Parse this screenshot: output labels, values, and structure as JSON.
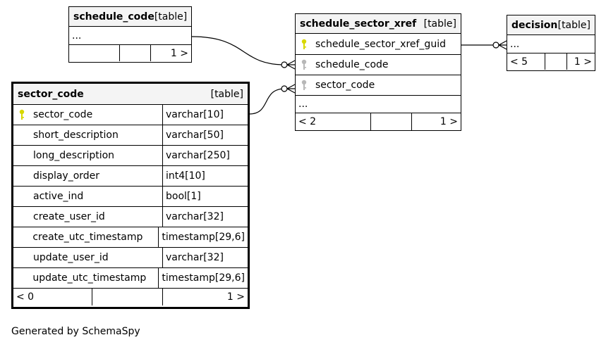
{
  "tables": {
    "schedule_code": {
      "name": "schedule_code",
      "kind": "[table]",
      "more": "...",
      "footer": {
        "left": "",
        "mid": "",
        "right": "1 >"
      }
    },
    "schedule_sector_xref": {
      "name": "schedule_sector_xref",
      "kind": "[table]",
      "columns": [
        {
          "name": "schedule_sector_xref_guid",
          "key": "primary"
        },
        {
          "name": "schedule_code",
          "key": "foreign"
        },
        {
          "name": "sector_code",
          "key": "foreign"
        }
      ],
      "more": "...",
      "footer": {
        "left": "< 2",
        "mid": "",
        "right": "1 >"
      }
    },
    "decision": {
      "name": "decision",
      "kind": "[table]",
      "more": "...",
      "footer": {
        "left": "< 5",
        "mid": "",
        "right": "1 >"
      }
    },
    "sector_code": {
      "name": "sector_code",
      "kind": "[table]",
      "columns": [
        {
          "name": "sector_code",
          "type": "varchar[10]",
          "key": "primary"
        },
        {
          "name": "short_description",
          "type": "varchar[50]"
        },
        {
          "name": "long_description",
          "type": "varchar[250]"
        },
        {
          "name": "display_order",
          "type": "int4[10]"
        },
        {
          "name": "active_ind",
          "type": "bool[1]"
        },
        {
          "name": "create_user_id",
          "type": "varchar[32]"
        },
        {
          "name": "create_utc_timestamp",
          "type": "timestamp[29,6]"
        },
        {
          "name": "update_user_id",
          "type": "varchar[32]"
        },
        {
          "name": "update_utc_timestamp",
          "type": "timestamp[29,6]"
        }
      ],
      "footer": {
        "left": "< 0",
        "mid": "",
        "right": "1 >"
      }
    }
  },
  "icons": {
    "primary_key": "key-icon-yellow",
    "foreign_key": "key-icon-gray"
  },
  "colors": {
    "primary_key": "#d8d800",
    "foreign_key": "#b8b8b8",
    "header_bg": "#f4f4f4"
  },
  "footer_text": "Generated by SchemaSpy"
}
